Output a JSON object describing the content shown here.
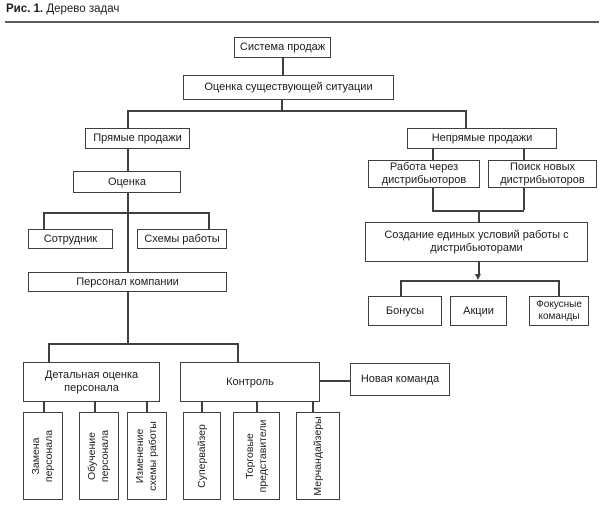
{
  "figure": {
    "caption_bold": "Рис. 1.",
    "caption_rest": " Дерево задач"
  },
  "colors": {
    "border": "#3f3f3f",
    "text": "#1c1c1c",
    "background": "#ffffff",
    "separator": "#5c5c5c"
  },
  "nodes": {
    "system": {
      "label": "Система продаж"
    },
    "assessment": {
      "label": "Оценка существующей ситуации"
    },
    "direct": {
      "label": "Прямые продажи"
    },
    "indirect": {
      "label": "Непрямые продажи"
    },
    "otsenka": {
      "label": "Оценка"
    },
    "rabota": {
      "label": "Работа через дистрибьюторов"
    },
    "poisk": {
      "label": "Поиск новых дистрибьюторов"
    },
    "sotrudnik": {
      "label": "Сотрудник"
    },
    "skhemy": {
      "label": "Схемы работы"
    },
    "personal": {
      "label": "Персонал компании"
    },
    "sozdanie": {
      "label": "Создание единых условий работы с дистрибьюторами"
    },
    "bonusy": {
      "label": "Бонусы"
    },
    "aktsii": {
      "label": "Акции"
    },
    "fokusnye": {
      "label": "Фокусные команды"
    },
    "detaln": {
      "label": "Детальная оценка персонала"
    },
    "kontrol": {
      "label": "Контроль"
    },
    "novaya": {
      "label": "Новая команда"
    },
    "zamena": {
      "label": "Замена персонала"
    },
    "obuchenie": {
      "label": "Обучение персонала"
    },
    "izmenenie": {
      "label": "Изменение схемы работы"
    },
    "supervisor": {
      "label": "Супервайзер"
    },
    "torgovye": {
      "label": "Торговые представители"
    },
    "merch": {
      "label": "Мерчандайзеры"
    }
  },
  "edges": [
    {
      "from": "Система продаж",
      "to": "Оценка существующей ситуации"
    },
    {
      "from": "Оценка существующей ситуации",
      "to": "Прямые продажи"
    },
    {
      "from": "Оценка существующей ситуации",
      "to": "Непрямые продажи"
    },
    {
      "from": "Прямые продажи",
      "to": "Оценка"
    },
    {
      "from": "Оценка",
      "to": "Сотрудник"
    },
    {
      "from": "Оценка",
      "to": "Схемы работы"
    },
    {
      "from": "Оценка",
      "to": "Персонал компании"
    },
    {
      "from": "Персонал компании",
      "to": "Детальная оценка персонала"
    },
    {
      "from": "Персонал компании",
      "to": "Контроль"
    },
    {
      "from": "Контроль",
      "to": "Новая команда"
    },
    {
      "from": "Детальная оценка персонала",
      "to": "Замена персонала"
    },
    {
      "from": "Детальная оценка персонала",
      "to": "Обучение персонала"
    },
    {
      "from": "Детальная оценка персонала",
      "to": "Изменение схемы работы"
    },
    {
      "from": "Контроль",
      "to": "Супервайзер"
    },
    {
      "from": "Контроль",
      "to": "Торговые представители"
    },
    {
      "from": "Контроль",
      "to": "Мерчандайзеры"
    },
    {
      "from": "Непрямые продажи",
      "to": "Работа через дистрибьюторов"
    },
    {
      "from": "Непрямые продажи",
      "to": "Поиск новых дистрибьюторов"
    },
    {
      "from": "Работа через дистрибьюторов",
      "to": "Создание единых условий работы с дистрибьюторами"
    },
    {
      "from": "Поиск новых дистрибьюторов",
      "to": "Создание единых условий работы с дистрибьюторами"
    },
    {
      "from": "Создание единых условий работы с дистрибьюторами",
      "to": "Бонусы",
      "arrow": true
    },
    {
      "from": "Создание единых условий работы с дистрибьюторами",
      "to": "Акции",
      "arrow": true
    },
    {
      "from": "Создание единых условий работы с дистрибьюторами",
      "to": "Фокусные команды",
      "arrow": true
    }
  ]
}
